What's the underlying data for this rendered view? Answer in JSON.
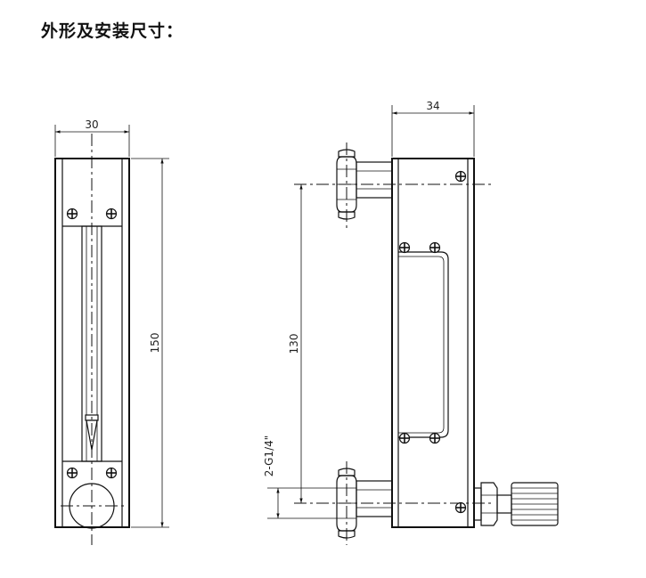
{
  "title": "外形及安装尺寸：",
  "front_view": {
    "width_dim": "30",
    "height_dim": "150"
  },
  "side_view": {
    "width_dim": "34",
    "spacing_dim": "130",
    "thread_dim": "2-G1/4\""
  }
}
